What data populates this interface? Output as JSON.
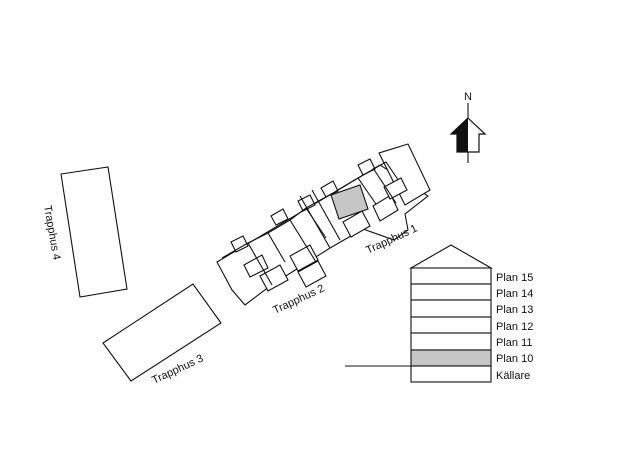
{
  "compass": {
    "north_label": "N"
  },
  "buildings": [
    {
      "id": "trapphus-1",
      "label": "Trapphus 1"
    },
    {
      "id": "trapphus-2",
      "label": "Trapphus 2"
    },
    {
      "id": "trapphus-3",
      "label": "Trapphus 3"
    },
    {
      "id": "trapphus-4",
      "label": "Trapphus 4"
    }
  ],
  "floors": [
    {
      "label": "Plan 15",
      "highlighted": false
    },
    {
      "label": "Plan 14",
      "highlighted": false
    },
    {
      "label": "Plan 13",
      "highlighted": false
    },
    {
      "label": "Plan 12",
      "highlighted": false
    },
    {
      "label": "Plan 11",
      "highlighted": false
    },
    {
      "label": "Plan 10",
      "highlighted": true
    },
    {
      "label": "Källare",
      "highlighted": false
    }
  ],
  "colors": {
    "highlight": "#c6c6c6",
    "stroke": "#111111"
  }
}
